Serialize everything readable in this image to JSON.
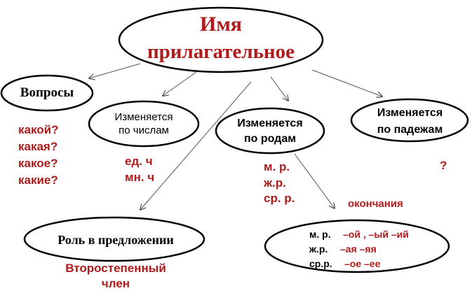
{
  "title": {
    "line1": "Имя",
    "line2": "прилагательное"
  },
  "nodes": {
    "questions": "Вопросы",
    "by_number": {
      "line1": "Изменяется",
      "line2": "по числам"
    },
    "by_gender": {
      "line1": "Изменяется",
      "line2": "по родам"
    },
    "by_case": {
      "line1": "Изменяется",
      "line2": "по падежам"
    },
    "role": "Роль в предложении"
  },
  "question_words": [
    "какой?",
    "какая?",
    "какое?",
    "какие?"
  ],
  "number_forms": [
    "ед. ч",
    "мн. ч"
  ],
  "gender_forms": [
    "м. р.",
    "ж.р.",
    "ср. р."
  ],
  "case_mark": "?",
  "endings_label": "окончания",
  "endings": [
    {
      "gender": "м. р.",
      "suffix": "–ой  , –ый –ий"
    },
    {
      "gender": "ж.р.",
      "suffix": "–ая –яя"
    },
    {
      "gender": "ср.р.",
      "suffix": "–ое –ее"
    }
  ],
  "role_answer": {
    "line1": "Второстепенный",
    "line2": "член"
  },
  "colors": {
    "accent_text": "#b11a1a",
    "outline": "#000000",
    "arrow": "#555555"
  }
}
